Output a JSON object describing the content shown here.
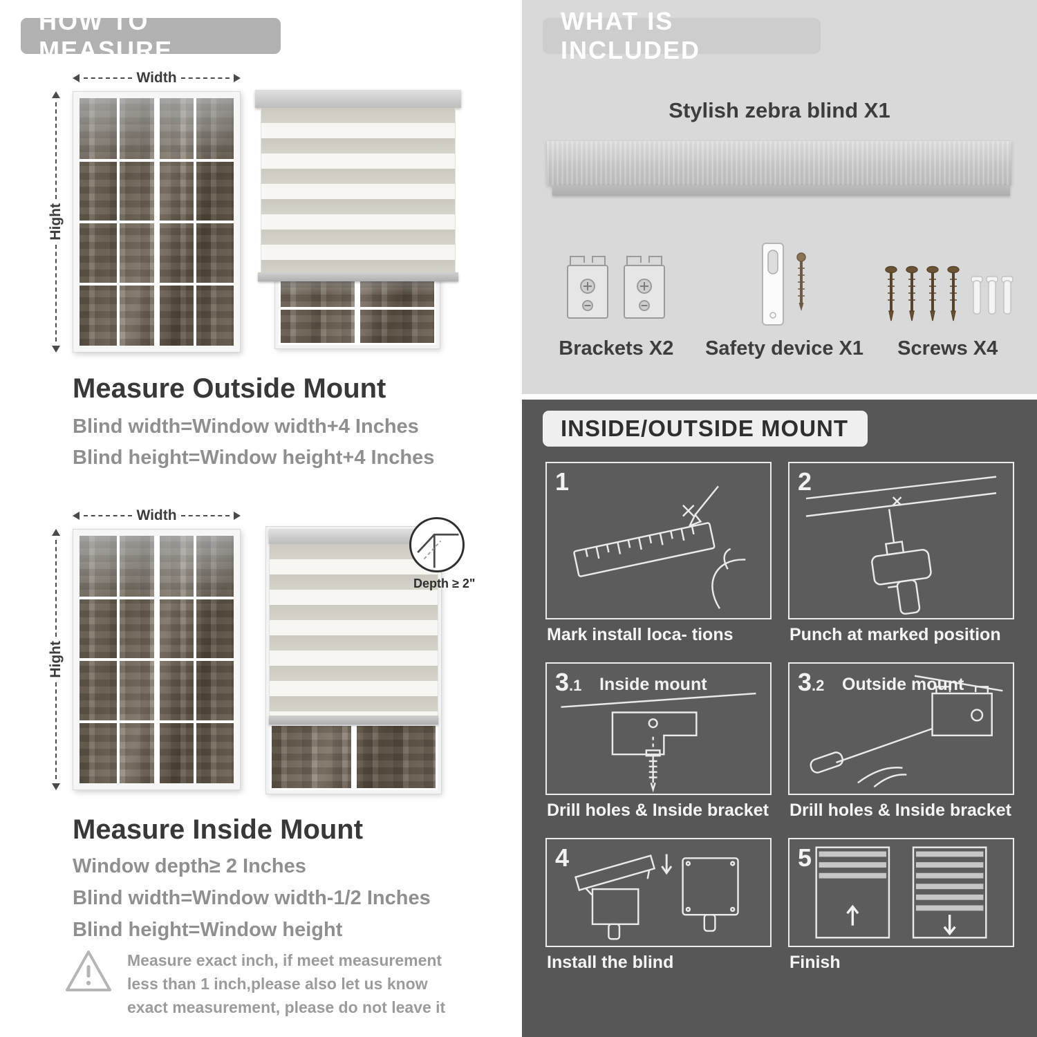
{
  "measure": {
    "header": "HOW TO MEASURE",
    "outside": {
      "width_label": "Width",
      "height_label": "Hight",
      "title": "Measure Outside Mount",
      "rules": [
        "Blind width=Window width+4 Inches",
        "Blind height=Window height+4 Inches"
      ]
    },
    "inside": {
      "width_label": "Width",
      "height_label": "Hight",
      "depth_callout": "Depth ≥ 2\"",
      "title": "Measure Inside Mount",
      "rules": [
        "Window depth≥ 2 Inches",
        "Blind width=Window width-1/2 Inches",
        "Blind height=Window height"
      ]
    },
    "note": "Measure exact inch, if meet measurement less than 1 inch,please also let us know exact measurement, please do not leave it"
  },
  "included": {
    "header": "WHAT IS INCLUDED",
    "product_label": "Stylish zebra blind X1",
    "items": [
      {
        "icon": "brackets-icon",
        "label": "Brackets X2"
      },
      {
        "icon": "safety-device-icon",
        "label": "Safety device X1"
      },
      {
        "icon": "screws-icon",
        "label": "Screws X4"
      }
    ]
  },
  "mount": {
    "header": "INSIDE/OUTSIDE MOUNT",
    "steps": [
      {
        "num": "1",
        "num_sub": "",
        "label": "",
        "caption": "Mark install loca- tions",
        "icon": "mark-location-icon"
      },
      {
        "num": "2",
        "num_sub": "",
        "label": "",
        "caption": "Punch at  marked position",
        "icon": "drill-icon"
      },
      {
        "num": "3",
        "num_sub": ".1",
        "label": "Inside mount",
        "caption": "Drill holes &  Inside bracket",
        "icon": "inside-bracket-icon"
      },
      {
        "num": "3",
        "num_sub": ".2",
        "label": "Outside mount",
        "caption": "Drill holes &  Inside bracket",
        "icon": "outside-bracket-icon"
      },
      {
        "num": "4",
        "num_sub": "",
        "label": "",
        "caption": "Install the blind",
        "icon": "install-blind-icon"
      },
      {
        "num": "5",
        "num_sub": "",
        "label": "",
        "caption": "Finish",
        "icon": "finish-icon"
      }
    ]
  },
  "colors": {
    "header_pill_gray": "#b1b1b1",
    "included_panel_bg": "#d9d9d9",
    "mount_panel_bg": "#575757",
    "text_dark": "#383838",
    "text_gray": "#8f8f8f"
  }
}
